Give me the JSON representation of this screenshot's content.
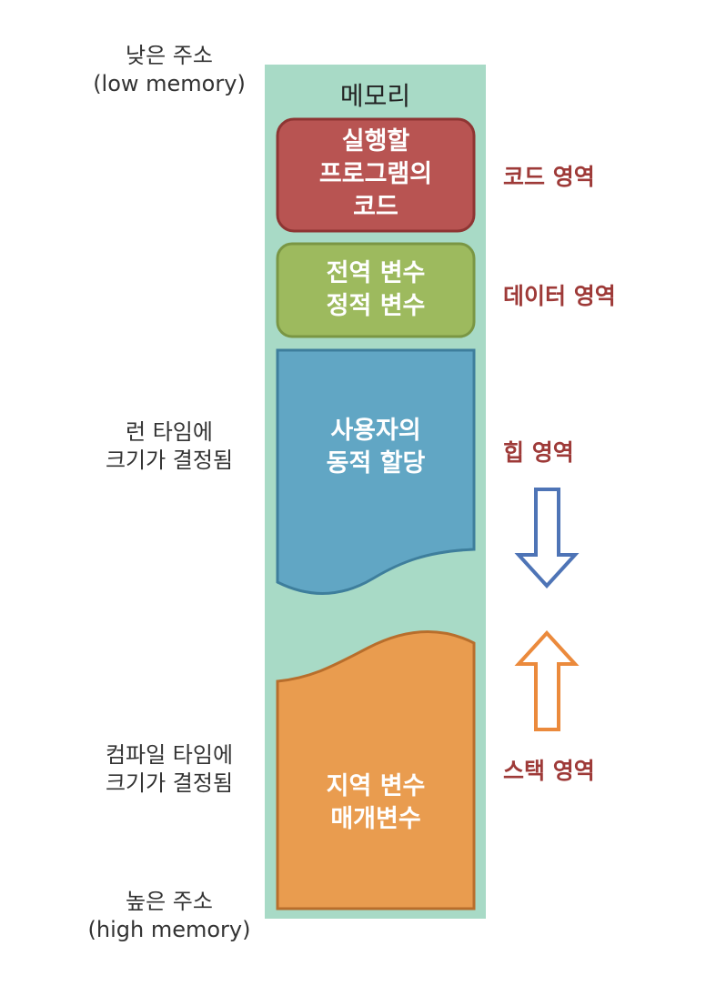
{
  "left_labels": {
    "low_address": {
      "line1": "낮은 주소",
      "line2": "(low memory)"
    },
    "runtime": {
      "line1": "런 타임에",
      "line2": "크기가 결정됨"
    },
    "compile_time": {
      "line1": "컴파일 타임에",
      "line2": "크기가 결정됨"
    },
    "high_address": {
      "line1": "높은 주소",
      "line2": "(high memory)"
    }
  },
  "memory": {
    "title": "메모리",
    "code_block": {
      "line1": "실행할",
      "line2": "프로그램의",
      "line3": "코드"
    },
    "data_block": {
      "line1": "전역 변수",
      "line2": "정적 변수"
    },
    "heap_block": {
      "line1": "사용자의",
      "line2": "동적 할당"
    },
    "stack_block": {
      "line1": "지역 변수",
      "line2": "매개변수"
    }
  },
  "right_labels": {
    "code": "코드 영역",
    "data": "데이터 영역",
    "heap": "힙 영역",
    "stack": "스택 영역"
  },
  "colors": {
    "memory_bg": "#a8dac6",
    "code_fill": "#b85452",
    "data_fill": "#9dba5e",
    "heap_fill": "#61a6c4",
    "stack_fill": "#e99c4f",
    "label_red": "#9e3a38",
    "arrow_blue": "#4e74b6",
    "arrow_orange": "#eb8a3c"
  },
  "icons": {
    "heap_arrow": "arrow-down-icon",
    "stack_arrow": "arrow-up-icon"
  }
}
